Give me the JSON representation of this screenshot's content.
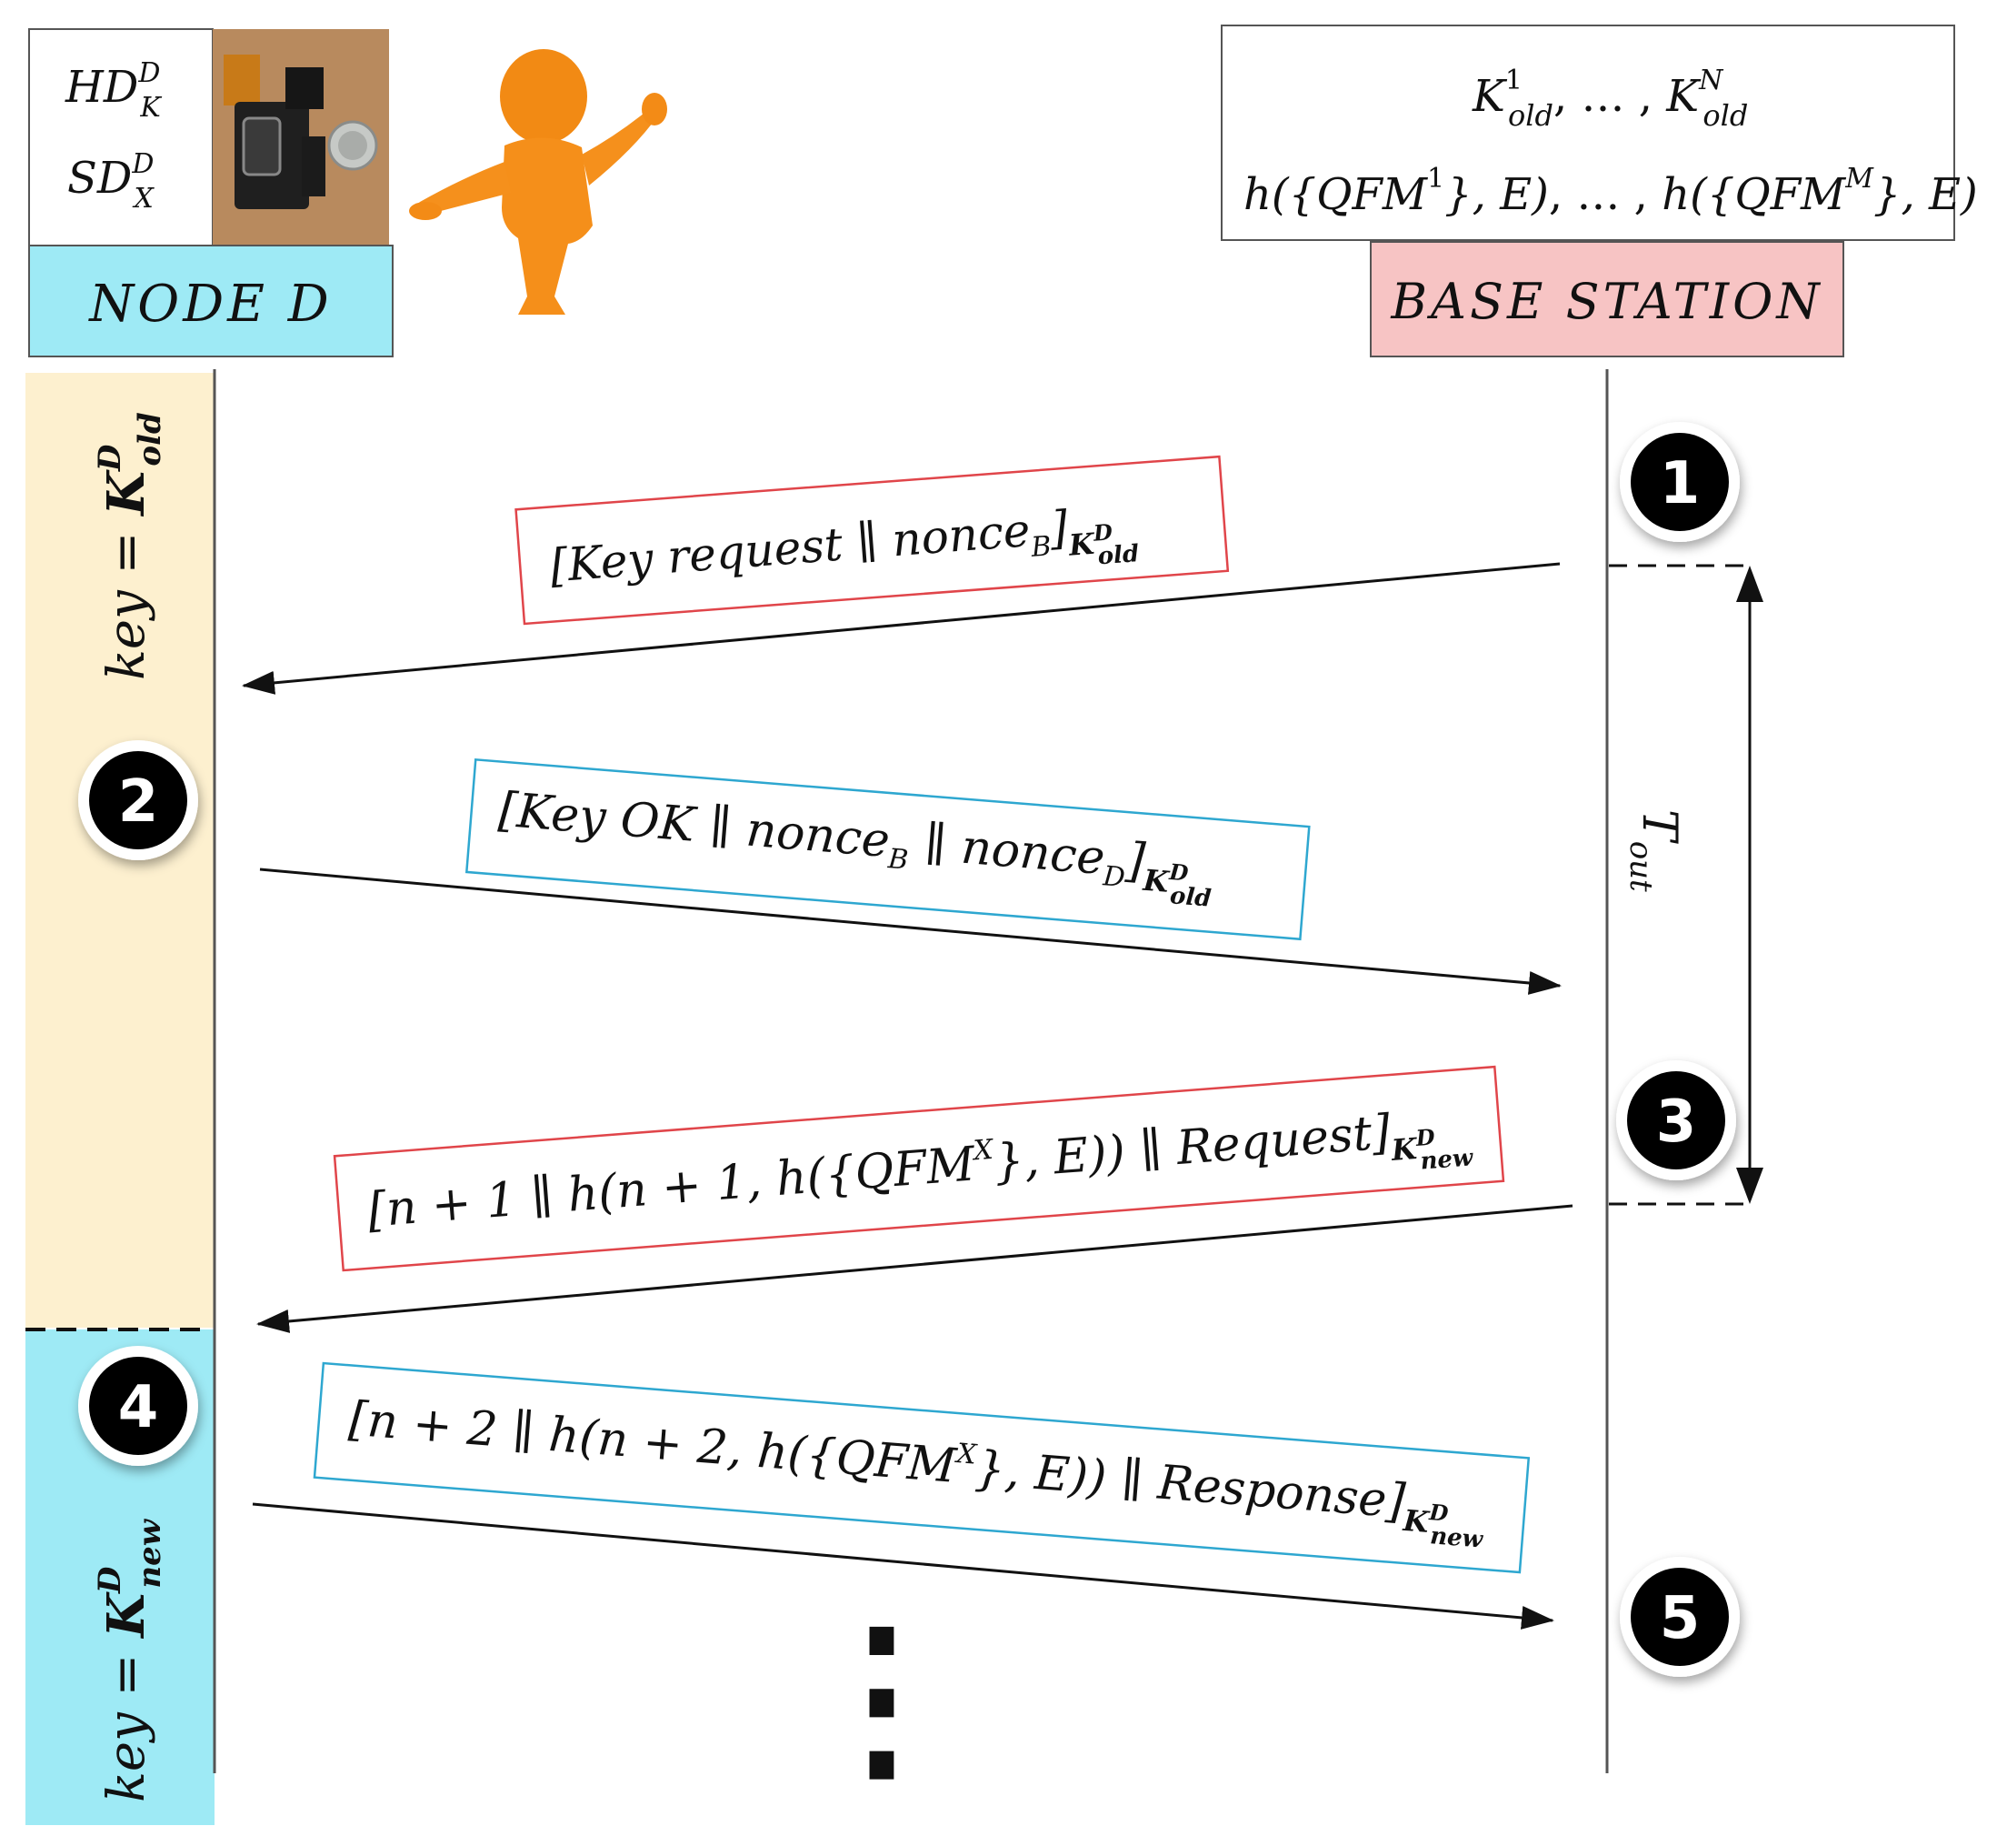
{
  "node": {
    "label": "NODE D",
    "var_hd": "HD",
    "var_sd": "SD",
    "sup_d": "D",
    "sub_k": "K",
    "sub_x": "X",
    "photo_icon": "sensor-device-photo",
    "person_icon": "orange-person-figure"
  },
  "base_station": {
    "label": "BASE STATION",
    "keys_line": {
      "k": "K",
      "sup_1": "1",
      "sup_n": "N",
      "sub_old": "old",
      "sep": ", … , "
    },
    "hash_line": {
      "h": "h({QFM",
      "sup_1": "1",
      "sup_m": "M",
      "tail": "}, E)",
      "sep": ", … , "
    }
  },
  "phases": {
    "old_key": {
      "prefix": "key = ",
      "k": "K",
      "sup": "D",
      "sub": "old"
    },
    "new_key": {
      "prefix": "key = ",
      "k": "K",
      "sup": "D",
      "sub": "new"
    }
  },
  "steps": [
    "1",
    "2",
    "3",
    "4",
    "5"
  ],
  "timeout": {
    "t": "T",
    "sub": "out"
  },
  "messages": {
    "m1": {
      "text": "[Key request ∥ nonce",
      "sub_b": "B",
      "close": "]",
      "k": "K",
      "sup": "D",
      "sub": "old"
    },
    "m2": {
      "text": "[Key OK ∥ nonce",
      "sub_b": "B",
      "mid": " ∥ nonce",
      "sub_d": "D",
      "close": "]",
      "k": "K",
      "sup": "D",
      "sub": "old"
    },
    "m3": {
      "text": "[n + 1 ∥ h(n + 1, h({QFM",
      "sup_x": "X",
      "tail": "}, E)) ∥ Request]",
      "k": "K",
      "sup": "D",
      "sub": "new"
    },
    "m4": {
      "text": "[n + 2 ∥ h(n + 2, h({QFM",
      "sup_x": "X",
      "tail": "}, E)) ∥ Response]",
      "k": "K",
      "sup": "D",
      "sub": "new"
    }
  },
  "continuation": "⋮",
  "colors": {
    "node_fill": "#9eeaf5",
    "base_fill": "#f7c4c4",
    "old_key_band": "#fdf0cf",
    "new_key_band": "#9eeaf5",
    "red_box": "#e0454a",
    "blue_box": "#2ea7d0"
  }
}
